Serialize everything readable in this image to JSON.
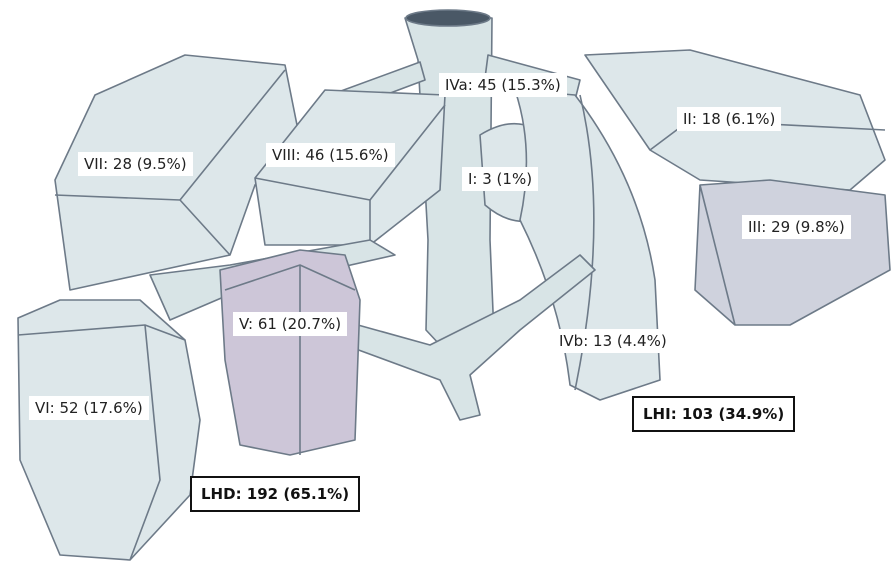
{
  "segments": {
    "iva": "IVa: 45 (15.3%)",
    "ii": "II: 18 (6.1%)",
    "vii": "VII: 28 (9.5%)",
    "viii": "VIII: 46 (15.6%)",
    "i": "I: 3 (1%)",
    "iii": "III: 29 (9.8%)",
    "v": "V: 61 (20.7%)",
    "ivb": "IVb: 13 (4.4%)",
    "vi": "VI: 52 (17.6%)"
  },
  "groups": {
    "lhi": "LHI: 103 (34.9%)",
    "lhd": "LHD: 192 (65.1%)"
  },
  "colors": {
    "segment_fill": "#dde7ea",
    "segment_shade": "#c9d2da",
    "purple_shade": "#c9c1d6",
    "vessel_fill": "#d8e4e6",
    "outline": "#6d7a88"
  }
}
